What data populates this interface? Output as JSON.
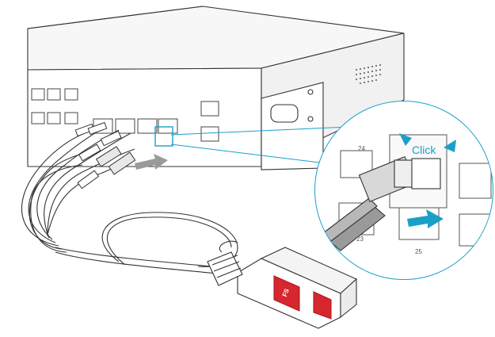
{
  "callout": {
    "click_text": "Click",
    "port_upper": "24",
    "port_lower_left": "23",
    "port_lower_right": "25"
  },
  "brand": {
    "logo_text": "FS"
  },
  "colors": {
    "accent": "#1aa0c8",
    "line": "#333333",
    "label_red": "#d6262e"
  }
}
